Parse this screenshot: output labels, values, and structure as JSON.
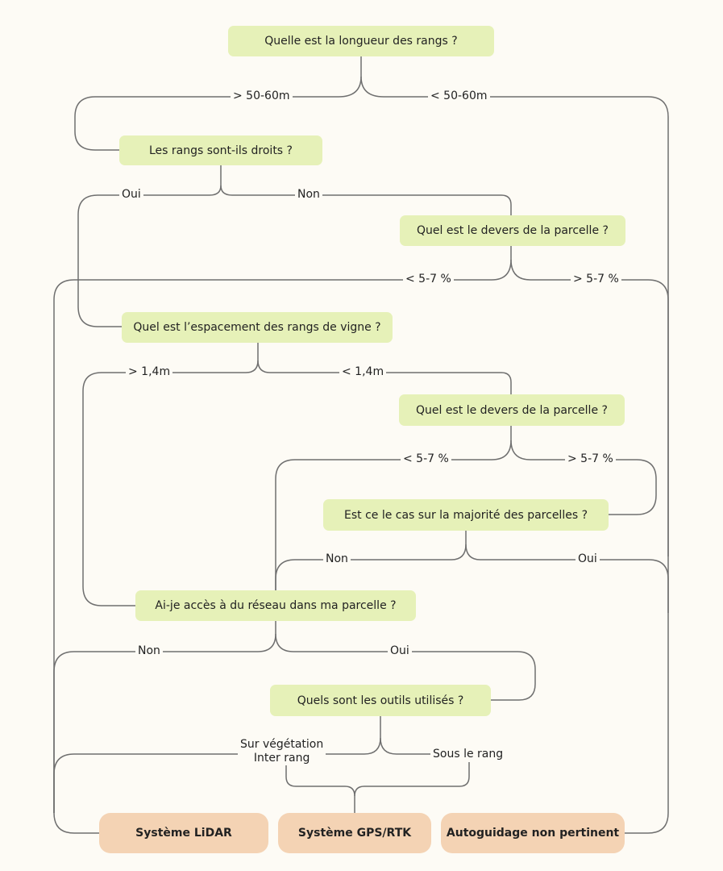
{
  "questions": {
    "row_length": "Quelle est la longueur des rangs ?",
    "straight_rows": "Les rangs sont-ils droits ?",
    "slope_1": "Quel est le devers de la parcelle ?",
    "row_spacing": "Quel est l’espacement des rangs de vigne ?",
    "slope_2": "Quel est le devers de la parcelle ?",
    "majority": "Est ce le cas sur la majorité des parcelles ?",
    "network": "Ai-je accès à du réseau dans ma parcelle ?",
    "tools": "Quels sont les outils utilisés ?"
  },
  "results": {
    "lidar": "Système LiDAR",
    "gps": "Système GPS/RTK",
    "none": "Autoguidage non pertinent"
  },
  "labels": {
    "len_gt": "> 50-60m",
    "len_lt": "< 50-60m",
    "straight_yes": "Oui",
    "straight_no": "Non",
    "slope1_lt": "< 5-7 %",
    "slope1_gt": "> 5-7 %",
    "spacing_gt": "> 1,4m",
    "spacing_lt": "< 1,4m",
    "slope2_lt": "< 5-7 %",
    "slope2_gt": "> 5-7 %",
    "majority_no": "Non",
    "majority_yes": "Oui",
    "network_no": "Non",
    "network_yes": "Oui",
    "tools_veg": "Sur végétation",
    "tools_inter": "Inter rang",
    "tools_under": "Sous le rang"
  }
}
